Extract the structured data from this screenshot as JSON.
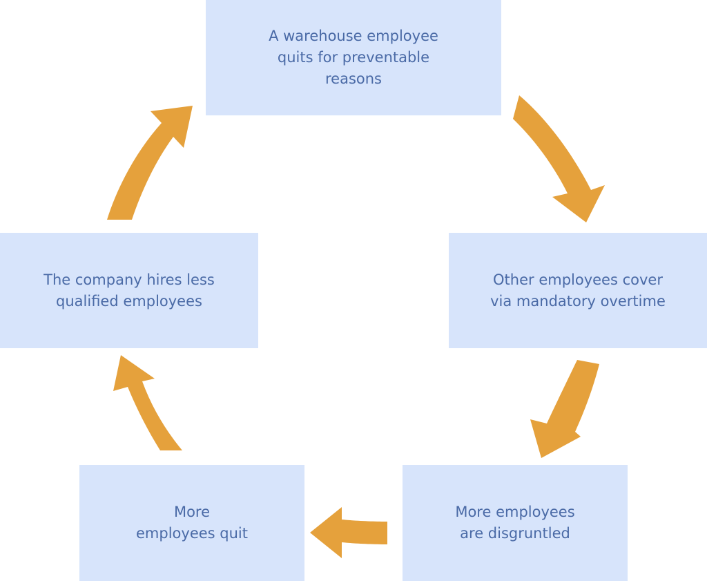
{
  "colors": {
    "box_fill": "#d7e4fb",
    "text": "#4a6aa6",
    "arrow": "#e5a13c"
  },
  "cycle": {
    "nodes": [
      {
        "id": "top",
        "text": "A warehouse employee\nquits for preventable\nreasons"
      },
      {
        "id": "right",
        "text": "Other employees cover\nvia mandatory overtime"
      },
      {
        "id": "bottom_right",
        "text": "More employees\nare disgruntled"
      },
      {
        "id": "bottom_left",
        "text": "More\nemployees quit"
      },
      {
        "id": "left",
        "text": "The company hires less\nqualified employees"
      }
    ],
    "arrows": [
      {
        "from": "top",
        "to": "right",
        "icon": "curved-arrow-icon"
      },
      {
        "from": "right",
        "to": "bottom_right",
        "icon": "curved-arrow-icon"
      },
      {
        "from": "bottom_right",
        "to": "bottom_left",
        "icon": "curved-arrow-icon"
      },
      {
        "from": "bottom_left",
        "to": "left",
        "icon": "curved-arrow-icon"
      },
      {
        "from": "left",
        "to": "top",
        "icon": "curved-arrow-icon"
      }
    ]
  }
}
